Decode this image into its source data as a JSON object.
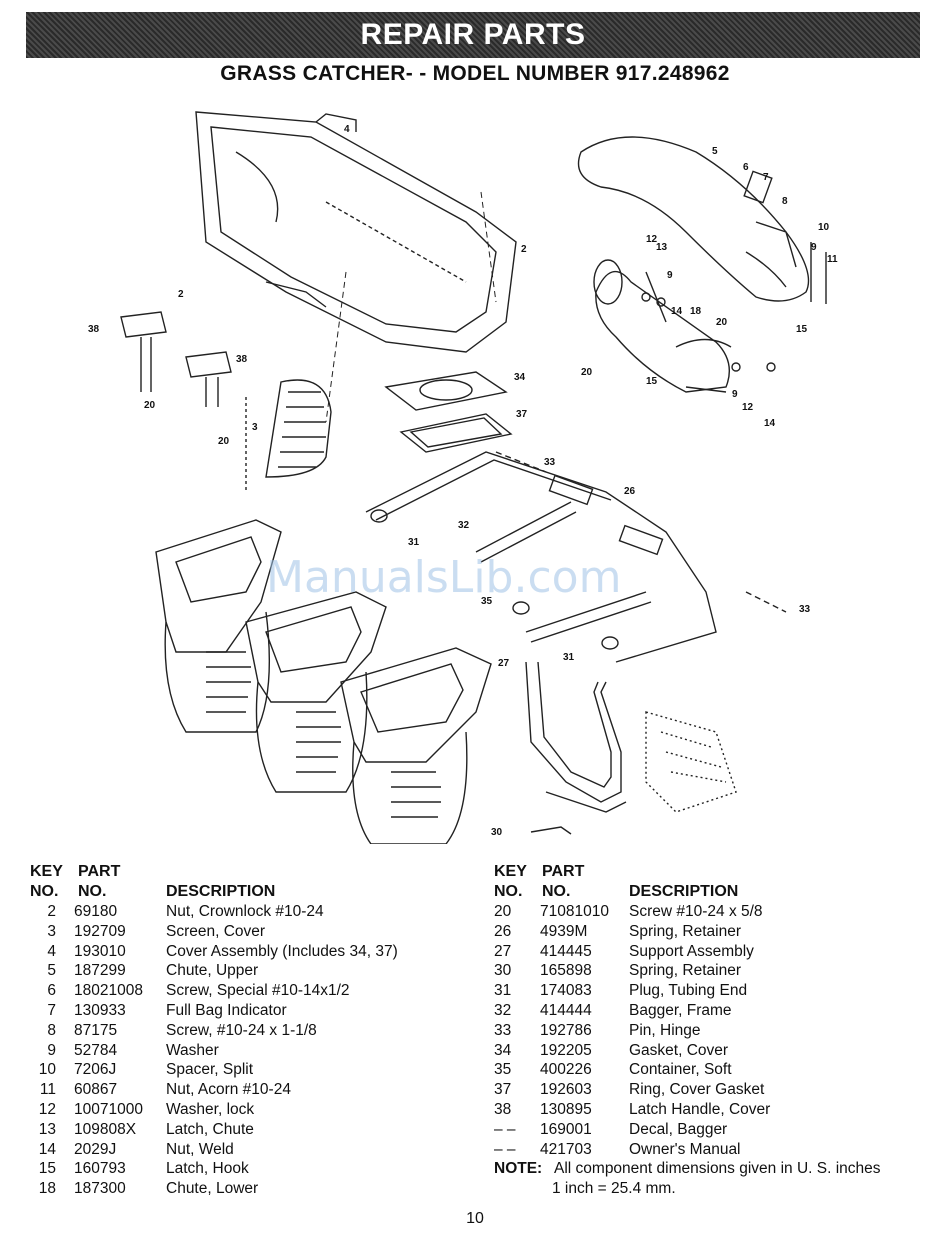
{
  "banner_title": "REPAIR PARTS",
  "subtitle": "GRASS CATCHER- - MODEL NUMBER 917.248962",
  "watermark": "ManualsLib.com",
  "callouts": [
    "4",
    "2",
    "5",
    "6",
    "7",
    "8",
    "10",
    "9",
    "11",
    "12",
    "13",
    "9",
    "14",
    "2",
    "38",
    "38",
    "20",
    "18",
    "20",
    "15",
    "20",
    "15",
    "9",
    "12",
    "14",
    "34",
    "37",
    "3",
    "20",
    "33",
    "26",
    "32",
    "31",
    "35",
    "33",
    "31",
    "27",
    "30"
  ],
  "table_headers": {
    "key_top": "KEY",
    "key_bottom": "NO.",
    "part_top": "PART",
    "part_bottom": "NO.",
    "description": "DESCRIPTION"
  },
  "parts_left": [
    {
      "key": "2",
      "part": "69180",
      "desc": "Nut, Crownlock #10-24"
    },
    {
      "key": "3",
      "part": "192709",
      "desc": "Screen, Cover"
    },
    {
      "key": "4",
      "part": "193010",
      "desc": "Cover Assembly (Includes 34, 37)"
    },
    {
      "key": "5",
      "part": "187299",
      "desc": "Chute, Upper"
    },
    {
      "key": "6",
      "part": "18021008",
      "desc": "Screw, Special #10-14x1/2"
    },
    {
      "key": "7",
      "part": "130933",
      "desc": "Full Bag Indicator"
    },
    {
      "key": "8",
      "part": "87175",
      "desc": "Screw, #10-24 x 1-1/8"
    },
    {
      "key": "9",
      "part": "52784",
      "desc": "Washer"
    },
    {
      "key": "10",
      "part": "7206J",
      "desc": "Spacer, Split"
    },
    {
      "key": "11",
      "part": "60867",
      "desc": "Nut, Acorn #10-24"
    },
    {
      "key": "12",
      "part": "10071000",
      "desc": "Washer, lock"
    },
    {
      "key": "13",
      "part": "109808X",
      "desc": "Latch, Chute"
    },
    {
      "key": "14",
      "part": "2029J",
      "desc": "Nut, Weld"
    },
    {
      "key": "15",
      "part": "160793",
      "desc": "Latch, Hook"
    },
    {
      "key": "18",
      "part": "187300",
      "desc": "Chute, Lower"
    }
  ],
  "parts_right": [
    {
      "key": "20",
      "part": "71081010",
      "desc": "Screw #10-24 x 5/8"
    },
    {
      "key": "26",
      "part": "4939M",
      "desc": "Spring, Retainer"
    },
    {
      "key": "27",
      "part": "414445",
      "desc": "Support Assembly"
    },
    {
      "key": "30",
      "part": "165898",
      "desc": "Spring, Retainer"
    },
    {
      "key": "31",
      "part": "174083",
      "desc": "Plug, Tubing End"
    },
    {
      "key": "32",
      "part": "414444",
      "desc": "Bagger, Frame"
    },
    {
      "key": "33",
      "part": "192786",
      "desc": "Pin, Hinge"
    },
    {
      "key": "34",
      "part": "192205",
      "desc": "Gasket, Cover"
    },
    {
      "key": "35",
      "part": "400226",
      "desc": "Container, Soft"
    },
    {
      "key": "37",
      "part": "192603",
      "desc": "Ring, Cover Gasket"
    },
    {
      "key": "38",
      "part": "130895",
      "desc": "Latch Handle, Cover"
    },
    {
      "key": "– –",
      "part": "169001",
      "desc": "Decal, Bagger"
    },
    {
      "key": "– –",
      "part": "421703",
      "desc": "Owner's Manual"
    }
  ],
  "note": {
    "label": "NOTE:",
    "line1": "All component dimensions given in U. S. inches",
    "line2": "1 inch = 25.4 mm."
  },
  "page_number": "10"
}
